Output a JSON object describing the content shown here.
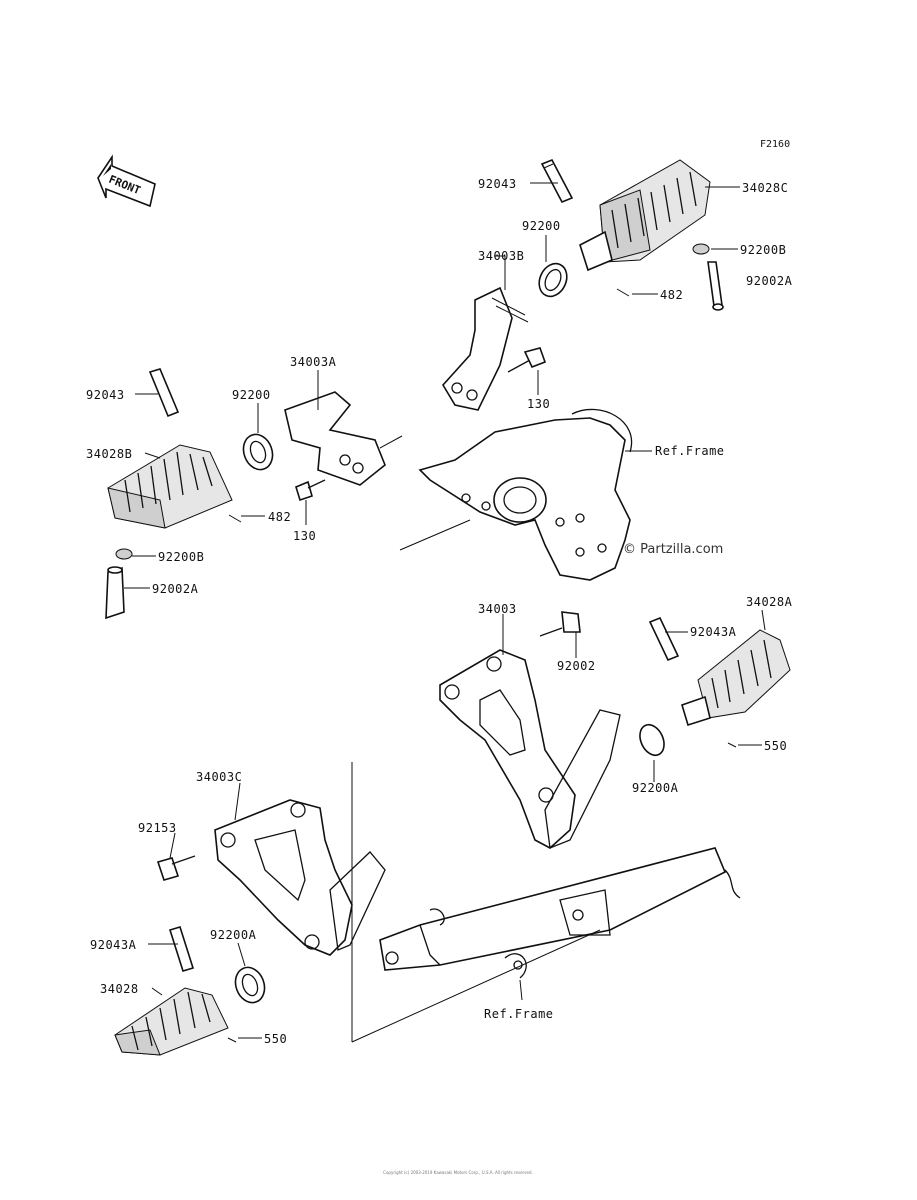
{
  "diagram": {
    "code": "F2160",
    "front_label": "FRONT",
    "watermark": "© Partzilla.com",
    "copyright": "Copyright (c) 2003-2019 Kawasaki Motors Corp., U.S.A. All rights reserved.",
    "labels": {
      "p92043_top": "92043",
      "p34028C": "34028C",
      "p92200_top": "92200",
      "p92200B_top": "92200B",
      "p34003B": "34003B",
      "p92002A_top": "92002A",
      "p482_top": "482",
      "p130_top": "130",
      "p34003A": "34003A",
      "p92043_left": "92043",
      "p92200_left": "92200",
      "p34028B": "34028B",
      "p482_left": "482",
      "p130_left": "130",
      "p92200B_left": "92200B",
      "p92002A_left": "92002A",
      "ref_frame_top": "Ref.Frame",
      "p34003": "34003",
      "p92002": "92002",
      "p34028A": "34028A",
      "p92043A_right": "92043A",
      "p550_right": "550",
      "p92200A_right": "92200A",
      "p34003C": "34003C",
      "p92153": "92153",
      "p92043A_left": "92043A",
      "p92200A_left": "92200A",
      "p34028": "34028",
      "p550_left": "550",
      "ref_frame_bottom": "Ref.Frame"
    }
  }
}
